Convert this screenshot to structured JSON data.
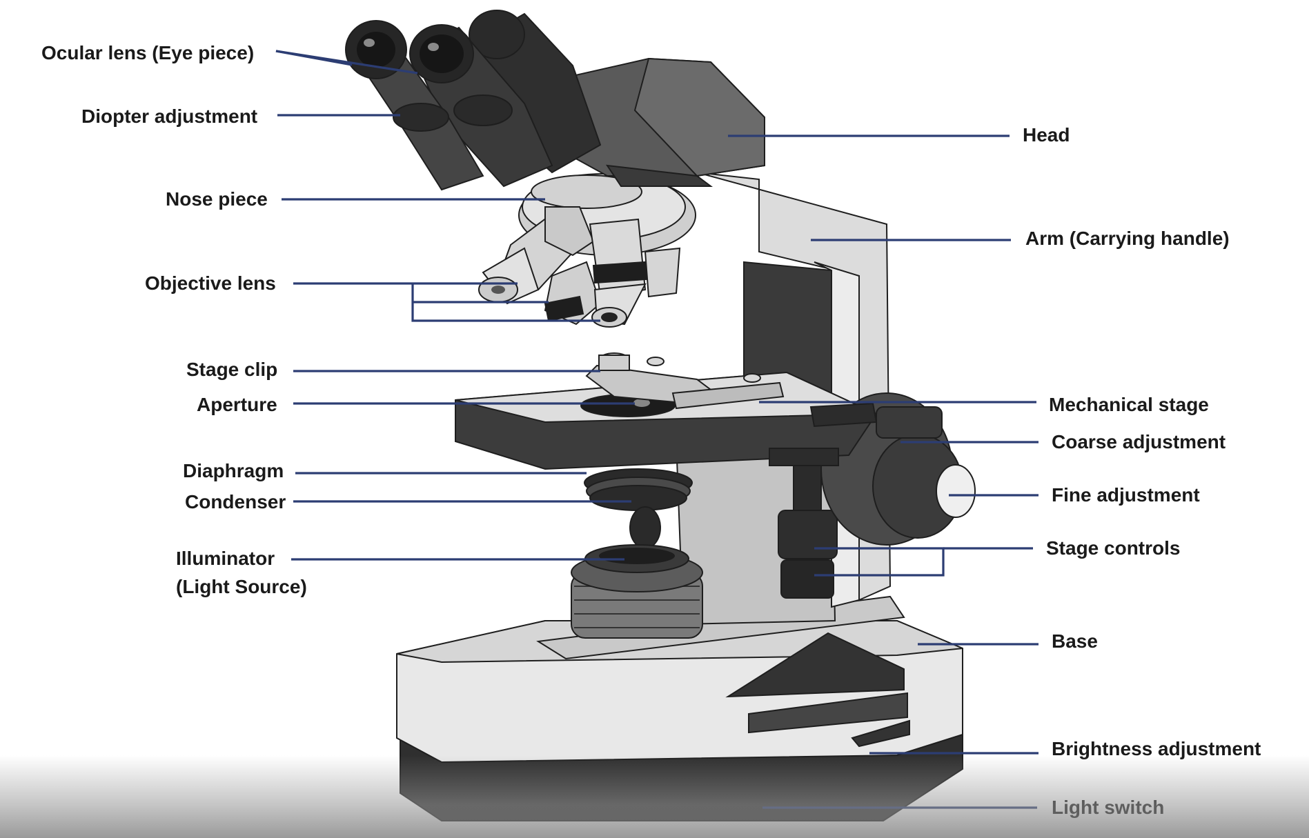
{
  "labels": {
    "ocular_lens": "Ocular lens (Eye piece)",
    "diopter_adjustment": "Diopter adjustment",
    "nose_piece": "Nose piece",
    "objective_lens": "Objective lens",
    "stage_clip": "Stage clip",
    "aperture": "Aperture",
    "diaphragm": "Diaphragm",
    "condenser": "Condenser",
    "illuminator_line1": "Illuminator",
    "illuminator_line2": "(Light Source)",
    "head": "Head",
    "arm": "Arm (Carrying handle)",
    "mechanical_stage": "Mechanical stage",
    "coarse_adjustment": "Coarse adjustment",
    "fine_adjustment": "Fine adjustment",
    "stage_controls": "Stage controls",
    "base": "Base",
    "brightness_adjustment": "Brightness adjustment",
    "light_switch": "Light switch"
  },
  "colors": {
    "leader_line": "#2c3d73",
    "body_light": "#e6e6e6",
    "body_mid": "#b8b8b8",
    "body_dark": "#3c3c3c",
    "body_black": "#1e1e1e"
  }
}
